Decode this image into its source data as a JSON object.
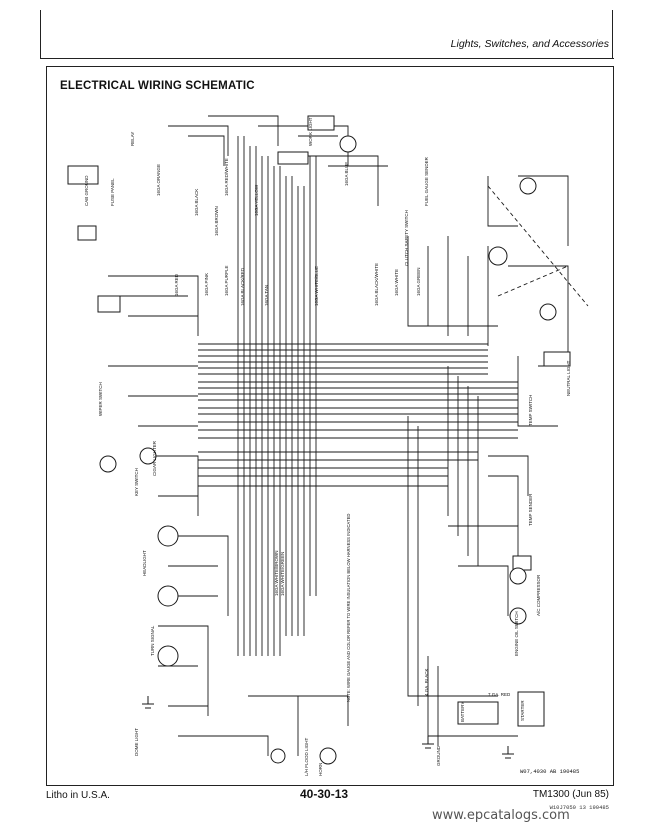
{
  "header": {
    "section_title": "Lights, Switches, and Accessories"
  },
  "figure": {
    "title": "ELECTRICAL WIRING SCHEMATIC",
    "figure_id": "W07,4030 AB 190485"
  },
  "wire_labels": [
    "16GA BLUE",
    "16GA YELLOW",
    "16GA BLACK",
    "16GA BROWN",
    "16GA RED",
    "16GA WHITE",
    "16GA GREEN",
    "16GA TAN",
    "16GA PINK",
    "16GA PURPLE",
    "16GA BLACK/WHITE",
    "16GA WHITE/BLUE",
    "16GA ORANGE",
    "16GA RED/WHITE",
    "16GA WHITE/BROWN",
    "16GA WHITE/GREEN",
    "16GA BLACK/RED"
  ],
  "components": {
    "fuel_gauge": "FUEL GAUGE SENDER",
    "engine_oil": "ENGINE OIL SWITCH",
    "clutch_switch": "CLUTCH SAFETY SWITCH",
    "starter": "STARTER",
    "battery": "BATTERY",
    "temp_switch": "TEMP SWITCH",
    "temp_sender": "TEMP SENDER",
    "neutral_light": "NEUTRAL LIGHT",
    "ac_compressor": "A/C COMPRESSOR",
    "wiper_switch": "WIPER SWITCH",
    "work_light": "WORK LIGHT",
    "key_switch": "KEY SWITCH",
    "headlight": "HEADLIGHT",
    "left_flood": "L/H FLOOD LIGHT",
    "horn": "HORN",
    "dome_light": "DOME LIGHT",
    "cab_ground": "CAB GROUND",
    "fuse_panel": "FUSE PANEL",
    "relay": "RELAY",
    "cigar": "CIGAR LIGHTER",
    "turn_signal": "TURN SIGNAL",
    "ground": "GROUND",
    "seven_tan": "7 GA. RED",
    "four_black": "4 GA. BLACK"
  },
  "note": "NOTE: WIRE GAUGE AND COLOR REFER TO WIRE INSULATION BELOW HARNESS INDICATED",
  "footer": {
    "litho": "Litho in U.S.A.",
    "page": "40-30-13",
    "manual": "TM1300 (Jun 85)",
    "code": "W10J7050 13 190485"
  },
  "watermark": "www.epcatalogs.com"
}
